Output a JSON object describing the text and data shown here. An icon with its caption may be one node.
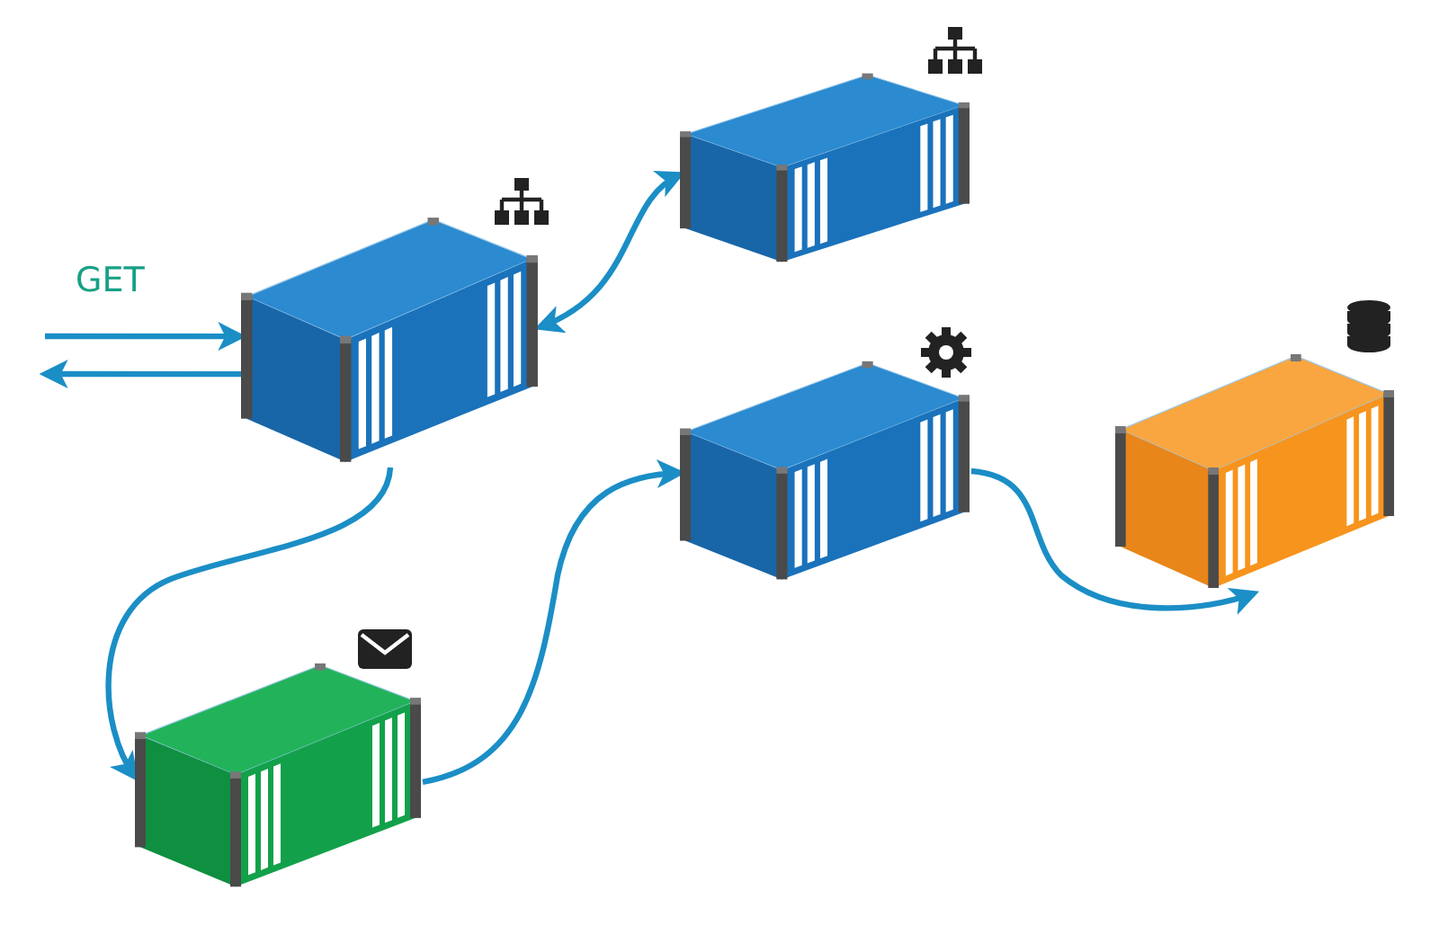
{
  "diagram": {
    "nodes": [
      {
        "text": [],
        "shape": "picture"
      },
      {
        "text": [],
        "shape": "picture"
      },
      {
        "text": [],
        "shape": "picture"
      },
      {
        "text": [],
        "shape": "picture"
      },
      {
        "text": [],
        "shape": "picture"
      }
    ],
    "edges": [
      {
        "from": null,
        "to": 1,
        "arrow": "to",
        "label": "GET"
      },
      {
        "from": 1,
        "to": null,
        "arrow": "to"
      },
      {
        "from": 1,
        "to": 0,
        "arrow": "both"
      },
      {
        "from": 1,
        "to": 4,
        "arrow": "to"
      },
      {
        "from": 4,
        "to": 2,
        "arrow": "to"
      },
      {
        "from": 2,
        "to": 3,
        "arrow": "to"
      }
    ]
  }
}
